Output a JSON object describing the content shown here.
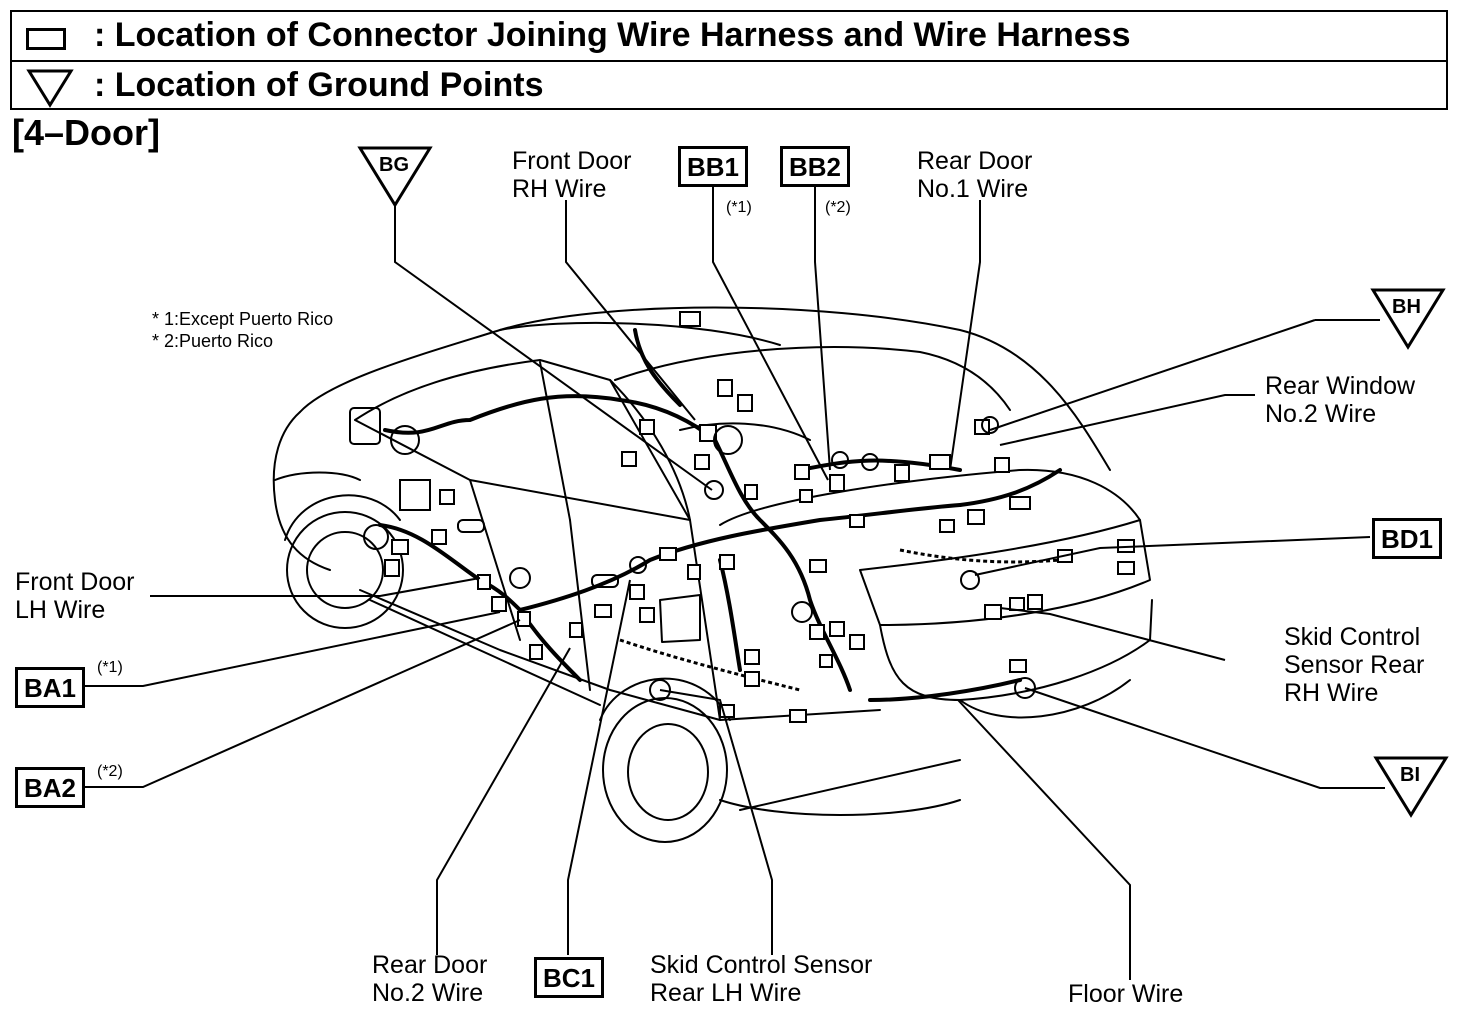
{
  "legend": {
    "connector_text": ": Location of Connector Joining Wire Harness and Wire Harness",
    "ground_text": ": Location of Ground Points",
    "connector_icon": "rectangle-icon",
    "ground_icon": "triangle-down-icon"
  },
  "variant": "[4–Door]",
  "notes": {
    "line1": "* 1:Except Puerto Rico",
    "line2": "* 2:Puerto Rico"
  },
  "ground_points": {
    "bg": "BG",
    "bh": "BH",
    "bi": "BI"
  },
  "connectors": {
    "bb1": "BB1",
    "bb1_note": "(*1)",
    "bb2": "BB2",
    "bb2_note": "(*2)",
    "ba1": "BA1",
    "ba1_note": "(*1)",
    "ba2": "BA2",
    "ba2_note": "(*2)",
    "bc1": "BC1",
    "bd1": "BD1"
  },
  "wires": {
    "front_door_rh": [
      "Front Door",
      "RH Wire"
    ],
    "rear_door_no1": [
      "Rear Door",
      "No.1 Wire"
    ],
    "rear_window_no2": [
      "Rear Window",
      "No.2 Wire"
    ],
    "front_door_lh": [
      "Front Door",
      "LH Wire"
    ],
    "skid_rear_rh": [
      "Skid Control",
      "Sensor Rear",
      "RH Wire"
    ],
    "rear_door_no2": [
      "Rear Door",
      "No.2 Wire"
    ],
    "skid_rear_lh": [
      "Skid Control Sensor",
      "Rear LH Wire"
    ],
    "floor": "Floor Wire"
  }
}
